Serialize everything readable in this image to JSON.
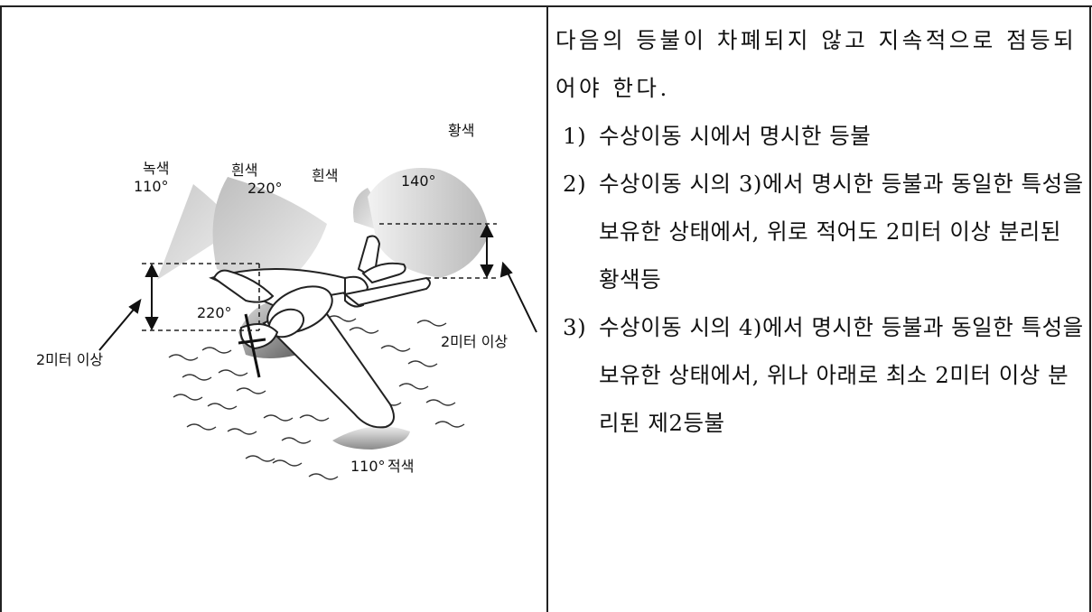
{
  "figure": {
    "labels": {
      "green": "녹색",
      "green_angle": "110°",
      "white_left": "흰색",
      "white_left_angle": "220°",
      "white_right": "흰색",
      "yellow": "황색",
      "yellow_angle": "140°",
      "white_lower_angle": "220°",
      "sep_left": "2미터 이상",
      "sep_right": "2미터 이상",
      "red_angle": "110°",
      "red": "적색"
    }
  },
  "text": {
    "intro": "다음의 등불이 차폐되지 않고 지속적으로 점등되어야 한다.",
    "items": [
      {
        "num": "1)",
        "text": "수상이동 시에서 명시한 등불"
      },
      {
        "num": "2)",
        "text": "수상이동 시의 3)에서 명시한 등불과 동일한 특성을 보유한 상태에서, 위로 적어도 2미터 이상 분리된 황색등"
      },
      {
        "num": "3)",
        "text": "수상이동 시의 4)에서 명시한 등불과 동일한 특성을 보유한 상태에서, 위나 아래로 최소 2미터 이상 분리된 제2등불"
      }
    ]
  }
}
